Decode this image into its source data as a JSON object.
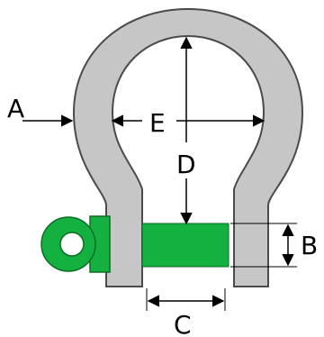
{
  "labels": {
    "a": "A",
    "b": "B",
    "c": "C",
    "d": "D",
    "e": "E"
  },
  "colors": {
    "shackle_body": "#c5c6c5",
    "shackle_outline": "#4a4a4a",
    "pin": "#14b040",
    "pin_dark": "#0b6e22",
    "dimension_lines": "#000000"
  }
}
